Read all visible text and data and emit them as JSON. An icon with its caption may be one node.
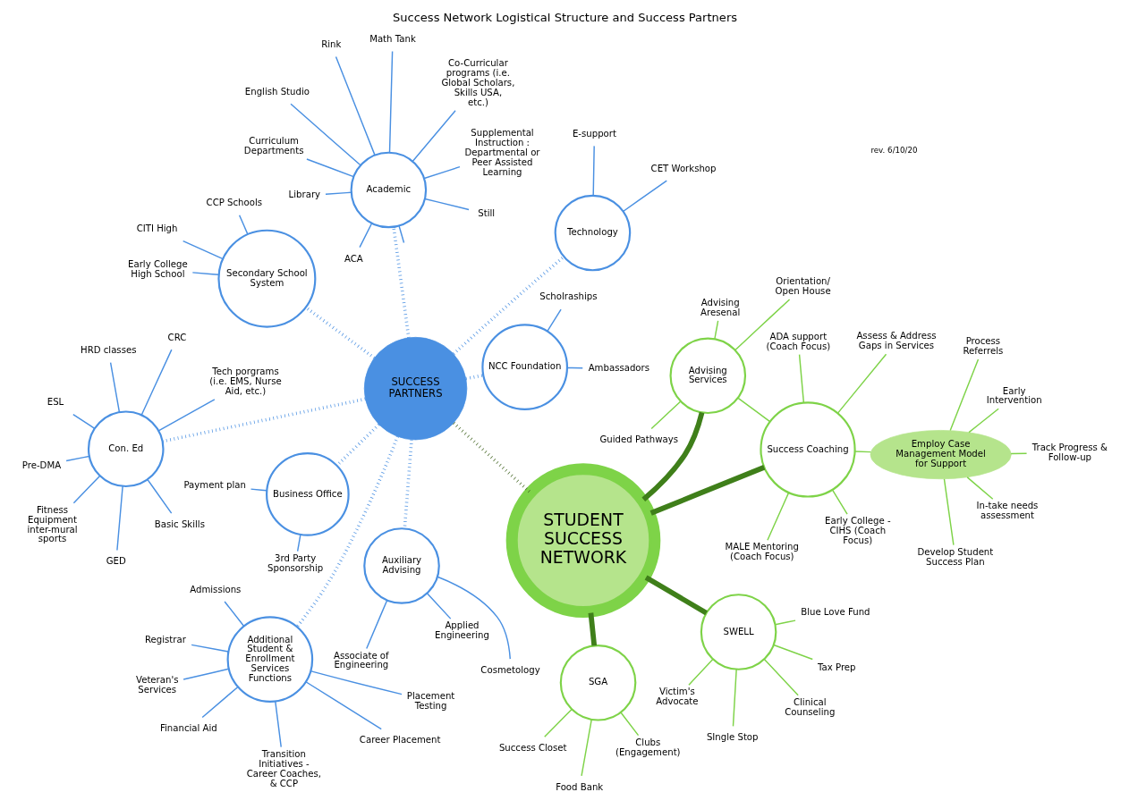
{
  "diagram": {
    "title": "Success Network Logistical Structure and Success Partners",
    "nodes": [
      {
        "text": [
          "STUDENT SUCCESS NETWORK"
        ]
      },
      {
        "text": [
          "SWELL"
        ]
      },
      {
        "text": [
          "Clinical Counseling"
        ]
      },
      {
        "text": [
          "Victim's Advocate"
        ]
      },
      {
        "text": [
          "SIngle Stop"
        ]
      },
      {
        "text": [
          "Tax Prep"
        ]
      },
      {
        "text": [
          "Blue Love Fund"
        ]
      },
      {
        "text": [
          "SGA"
        ]
      },
      {
        "text": [
          "Success Closet"
        ]
      },
      {
        "text": [
          "Food Bank"
        ]
      },
      {
        "text": [
          "Clubs (Engagement)"
        ]
      },
      {
        "text": [
          "Advising Services"
        ]
      },
      {
        "text": [
          "Advising Aresenal"
        ]
      },
      {
        "text": [
          "Guided Pathways"
        ]
      },
      {
        "text": [
          "Orientation/ Open House"
        ]
      },
      {
        "text": [
          "Success Coaching"
        ]
      },
      {
        "text": [
          "MALE Mentoring (Coach Focus)"
        ]
      },
      {
        "text": [
          "ADA support (Coach Focus)"
        ]
      },
      {
        "text": [
          "Early College - CIHS (Coach Focus)"
        ]
      },
      {
        "text": [
          "Assess & Address Gaps in Services"
        ]
      },
      {
        "text": [
          "Employ Case Management Model for Support"
        ]
      },
      {
        "text": [
          "Process Referrels"
        ]
      },
      {
        "text": [
          "Early Intervention"
        ]
      },
      {
        "text": [
          "In-take needs assessment"
        ]
      },
      {
        "text": [
          "Develop Student Success Plan"
        ]
      },
      {
        "text": [
          "Track Progress & Follow-up"
        ]
      },
      {
        "text": [
          "SUCCESS PARTNERS"
        ]
      },
      {
        "text": [
          "Academic"
        ]
      },
      {
        "text": [
          "Still"
        ]
      },
      {
        "text": [
          "ACA"
        ]
      },
      {
        "text": [
          "English Studio"
        ]
      },
      {
        "text": [
          "Rink"
        ]
      },
      {
        "text": [
          "Math Tank"
        ]
      },
      {
        "text": [
          "Library"
        ]
      },
      {
        "text": [
          "Curriculum Departments"
        ]
      },
      {
        "text": [
          "Co-Curricular programs (i.e. Global Scholars, Skills USA, etc.)"
        ]
      },
      {
        "text": [
          "Supplemental Instruction : Departmental or Peer Assisted Learning"
        ]
      },
      {
        "text": [
          "Additional Student & Enrollment Services Functions"
        ]
      },
      {
        "text": [
          "Placement Testing"
        ]
      },
      {
        "text": [
          "Veteran's Services"
        ]
      },
      {
        "text": [
          "Registrar"
        ]
      },
      {
        "text": [
          "Transition Initiatives - Career Coaches, & CCP"
        ]
      },
      {
        "text": [
          "Career Placement"
        ]
      },
      {
        "text": [
          "Admissions"
        ]
      },
      {
        "text": [
          "Financial Aid"
        ]
      },
      {
        "text": [
          "Secondary School System"
        ]
      },
      {
        "text": [
          "CCP Schools"
        ]
      },
      {
        "text": [
          "Early College High School"
        ]
      },
      {
        "text": [
          "CITI High"
        ]
      },
      {
        "text": [
          "Auxiliary Advising"
        ]
      },
      {
        "text": [
          "Associate of Engineering"
        ]
      },
      {
        "text": [
          "Cosmetology"
        ]
      },
      {
        "text": [
          "Applied Engineering"
        ]
      },
      {
        "text": [
          "Technology"
        ]
      },
      {
        "text": [
          "E-support"
        ]
      },
      {
        "text": [
          "CET Workshop"
        ]
      },
      {
        "text": [
          "Business Office"
        ]
      },
      {
        "text": [
          "Payment plan"
        ]
      },
      {
        "text": [
          "3rd Party Sponsorship"
        ]
      },
      {
        "text": [
          "NCC Foundation"
        ]
      },
      {
        "text": [
          "Ambassadors"
        ]
      },
      {
        "text": [
          "Scholraships"
        ]
      },
      {
        "text": [
          "Con. Ed"
        ]
      },
      {
        "text": [
          "ESL"
        ]
      },
      {
        "text": [
          "GED"
        ]
      },
      {
        "text": [
          "Basic Skills"
        ]
      },
      {
        "text": [
          "Pre-DMA"
        ]
      },
      {
        "text": [
          "CRC"
        ]
      },
      {
        "text": [
          "Fitness Equipment inter-mural sports"
        ]
      },
      {
        "text": [
          "HRD classes"
        ]
      },
      {
        "text": [
          "Tech porgrams (i.e. EMS, Nurse Aid, etc.)"
        ]
      }
    ],
    "edges": [
      {
        "from": 0,
        "to": 1,
        "arrow": "none",
        "style": "thick",
        "color": "#3f7f1a"
      },
      {
        "from": 0,
        "to": 7,
        "arrow": "none",
        "style": "thick",
        "color": "#3f7f1a"
      },
      {
        "from": 0,
        "to": 11,
        "arrow": "none",
        "style": "thick",
        "color": "#3f7f1a"
      },
      {
        "from": 0,
        "to": 15,
        "arrow": "none",
        "style": "thick",
        "color": "#3f7f1a"
      },
      {
        "from": 1,
        "to": 2,
        "arrow": "none",
        "color": "#7ed348"
      },
      {
        "from": 1,
        "to": 3,
        "arrow": "none",
        "color": "#7ed348"
      },
      {
        "from": 1,
        "to": 4,
        "arrow": "none",
        "color": "#7ed348"
      },
      {
        "from": 1,
        "to": 5,
        "arrow": "none",
        "color": "#7ed348"
      },
      {
        "from": 1,
        "to": 6,
        "arrow": "none",
        "color": "#7ed348"
      },
      {
        "from": 7,
        "to": 8,
        "arrow": "none",
        "color": "#7ed348"
      },
      {
        "from": 7,
        "to": 9,
        "arrow": "none",
        "color": "#7ed348"
      },
      {
        "from": 7,
        "to": 10,
        "arrow": "none",
        "color": "#7ed348"
      },
      {
        "from": 11,
        "to": 12,
        "arrow": "none",
        "color": "#7ed348"
      },
      {
        "from": 11,
        "to": 13,
        "arrow": "none",
        "color": "#7ed348"
      },
      {
        "from": 11,
        "to": 14,
        "arrow": "none",
        "color": "#7ed348"
      },
      {
        "from": 11,
        "to": 15,
        "arrow": "none",
        "color": "#7ed348"
      },
      {
        "from": 15,
        "to": 16,
        "arrow": "none",
        "color": "#7ed348"
      },
      {
        "from": 15,
        "to": 17,
        "arrow": "none",
        "color": "#7ed348"
      },
      {
        "from": 15,
        "to": 18,
        "arrow": "none",
        "color": "#7ed348"
      },
      {
        "from": 15,
        "to": 19,
        "arrow": "none",
        "color": "#7ed348"
      },
      {
        "from": 15,
        "to": 20,
        "arrow": "none",
        "color": "#7ed348"
      },
      {
        "from": 20,
        "to": 21,
        "arrow": "none",
        "color": "#7ed348"
      },
      {
        "from": 20,
        "to": 22,
        "arrow": "none",
        "color": "#7ed348"
      },
      {
        "from": 20,
        "to": 23,
        "arrow": "none",
        "color": "#7ed348"
      },
      {
        "from": 20,
        "to": 24,
        "arrow": "none",
        "color": "#7ed348"
      },
      {
        "from": 20,
        "to": 25,
        "arrow": "none",
        "color": "#7ed348"
      },
      {
        "from": 0,
        "to": 26,
        "arrow": "none",
        "style": "dashed",
        "color": "#4a6b2a"
      },
      {
        "from": 26,
        "to": 27,
        "arrow": "none",
        "style": "dashed",
        "color": "#4a90e2"
      },
      {
        "from": 27,
        "to": 28,
        "arrow": "none",
        "color": "#4a90e2"
      },
      {
        "from": 27,
        "to": 29,
        "arrow": "none",
        "color": "#4a90e2"
      },
      {
        "from": 27,
        "to": 30,
        "arrow": "none",
        "color": "#4a90e2"
      },
      {
        "from": 27,
        "to": 31,
        "arrow": "none",
        "color": "#4a90e2"
      },
      {
        "from": 27,
        "to": 32,
        "arrow": "none",
        "color": "#4a90e2"
      },
      {
        "from": 27,
        "to": 33,
        "arrow": "none",
        "color": "#4a90e2"
      },
      {
        "from": 27,
        "to": 34,
        "arrow": "none",
        "color": "#4a90e2"
      },
      {
        "from": 27,
        "to": 35,
        "arrow": "none",
        "color": "#4a90e2"
      },
      {
        "from": 27,
        "to": 36,
        "arrow": "none",
        "color": "#4a90e2"
      },
      {
        "from": 27,
        "to": null,
        "arrow": "none",
        "color": "#4a90e2"
      },
      {
        "from": 26,
        "to": 37,
        "arrow": "none",
        "style": "dashed",
        "color": "#4a90e2"
      },
      {
        "from": 37,
        "to": 38,
        "arrow": "none",
        "color": "#4a90e2"
      },
      {
        "from": 37,
        "to": 39,
        "arrow": "none",
        "color": "#4a90e2"
      },
      {
        "from": 37,
        "to": 40,
        "arrow": "none",
        "color": "#4a90e2"
      },
      {
        "from": 37,
        "to": 41,
        "arrow": "none",
        "color": "#4a90e2"
      },
      {
        "from": 37,
        "to": 42,
        "arrow": "none",
        "color": "#4a90e2"
      },
      {
        "from": 37,
        "to": 43,
        "arrow": "none",
        "color": "#4a90e2"
      },
      {
        "from": 37,
        "to": 44,
        "arrow": "none",
        "color": "#4a90e2"
      },
      {
        "from": 26,
        "to": 45,
        "arrow": "none",
        "style": "dashed",
        "color": "#4a90e2"
      },
      {
        "from": 45,
        "to": 46,
        "arrow": "none",
        "color": "#4a90e2"
      },
      {
        "from": 45,
        "to": 47,
        "arrow": "none",
        "color": "#4a90e2"
      },
      {
        "from": 45,
        "to": 48,
        "arrow": "none",
        "color": "#4a90e2"
      },
      {
        "from": 26,
        "to": 49,
        "arrow": "none",
        "style": "dashed",
        "color": "#4a90e2"
      },
      {
        "from": 49,
        "to": 50,
        "arrow": "none",
        "color": "#4a90e2"
      },
      {
        "from": 49,
        "to": 51,
        "arrow": "none",
        "color": "#4a90e2"
      },
      {
        "from": 49,
        "to": 52,
        "arrow": "none",
        "color": "#4a90e2"
      },
      {
        "from": 26,
        "to": 53,
        "arrow": "none",
        "style": "dashed",
        "color": "#4a90e2"
      },
      {
        "from": 53,
        "to": 54,
        "arrow": "none",
        "color": "#4a90e2"
      },
      {
        "from": 53,
        "to": 55,
        "arrow": "none",
        "color": "#4a90e2"
      },
      {
        "from": 26,
        "to": 56,
        "arrow": "none",
        "style": "dashed",
        "color": "#4a90e2"
      },
      {
        "from": 56,
        "to": 57,
        "arrow": "none",
        "color": "#4a90e2"
      },
      {
        "from": 56,
        "to": 58,
        "arrow": "none",
        "color": "#4a90e2"
      },
      {
        "from": 26,
        "to": 59,
        "arrow": "none",
        "style": "dashed",
        "color": "#4a90e2"
      },
      {
        "from": 59,
        "to": 60,
        "arrow": "none",
        "color": "#4a90e2"
      },
      {
        "from": 59,
        "to": 61,
        "arrow": "none",
        "color": "#4a90e2"
      },
      {
        "from": 26,
        "to": 62,
        "arrow": "none",
        "style": "dashed",
        "color": "#4a90e2"
      },
      {
        "from": 62,
        "to": 63,
        "arrow": "none",
        "color": "#4a90e2"
      },
      {
        "from": 62,
        "to": 64,
        "arrow": "none",
        "color": "#4a90e2"
      },
      {
        "from": 62,
        "to": 65,
        "arrow": "none",
        "color": "#4a90e2"
      },
      {
        "from": 62,
        "to": 66,
        "arrow": "none",
        "color": "#4a90e2"
      },
      {
        "from": 62,
        "to": 67,
        "arrow": "none",
        "color": "#4a90e2"
      },
      {
        "from": 62,
        "to": 68,
        "arrow": "none",
        "color": "#4a90e2"
      },
      {
        "from": 62,
        "to": 69,
        "arrow": "none",
        "color": "#4a90e2"
      },
      {
        "from": 62,
        "to": 70,
        "arrow": "none",
        "color": "#4a90e2"
      }
    ],
    "labels": [
      "rev. 6/10/20"
    ]
  }
}
